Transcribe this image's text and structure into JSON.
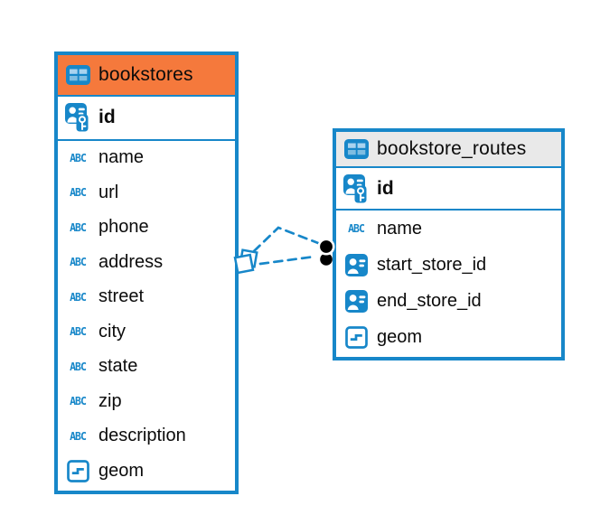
{
  "diagram": {
    "colors": {
      "accent_blue": "#1787C9",
      "header_orange": "#F5793C",
      "header_gray": "#E9E9E9",
      "row_background": "#FFFFFF",
      "text": "#0B0B0B",
      "connector_dot": "#000000"
    },
    "icons": {
      "text_type_glyph": "ABC"
    },
    "tables": [
      {
        "name": "bookstores",
        "header_variant": "orange",
        "header_icon": "table-icon",
        "rows": [
          {
            "name": "id",
            "icon": "primary-key-icon",
            "bold": true
          },
          {
            "name": "name",
            "icon": "text-type-icon"
          },
          {
            "name": "url",
            "icon": "text-type-icon"
          },
          {
            "name": "phone",
            "icon": "text-type-icon"
          },
          {
            "name": "address",
            "icon": "text-type-icon"
          },
          {
            "name": "street",
            "icon": "text-type-icon"
          },
          {
            "name": "city",
            "icon": "text-type-icon"
          },
          {
            "name": "state",
            "icon": "text-type-icon"
          },
          {
            "name": "zip",
            "icon": "text-type-icon"
          },
          {
            "name": "description",
            "icon": "text-type-icon"
          },
          {
            "name": "geom",
            "icon": "geometry-type-icon"
          }
        ]
      },
      {
        "name": "bookstore_routes",
        "header_variant": "gray",
        "header_icon": "table-icon",
        "rows": [
          {
            "name": "id",
            "icon": "primary-key-icon",
            "bold": true
          },
          {
            "name": "name",
            "icon": "text-type-icon"
          },
          {
            "name": "start_store_id",
            "icon": "foreign-key-icon"
          },
          {
            "name": "end_store_id",
            "icon": "foreign-key-icon"
          },
          {
            "name": "geom",
            "icon": "geometry-type-icon"
          }
        ]
      }
    ],
    "relationships": [
      {
        "from_table": "bookstores",
        "to_table": "bookstore_routes",
        "line_style": "dashed",
        "from_marker": "stacked-squares-marker",
        "to_marker": "dot-marker"
      },
      {
        "from_table": "bookstores",
        "to_table": "bookstore_routes",
        "line_style": "dashed",
        "from_marker": "stacked-squares-marker",
        "to_marker": "dot-marker"
      }
    ]
  }
}
